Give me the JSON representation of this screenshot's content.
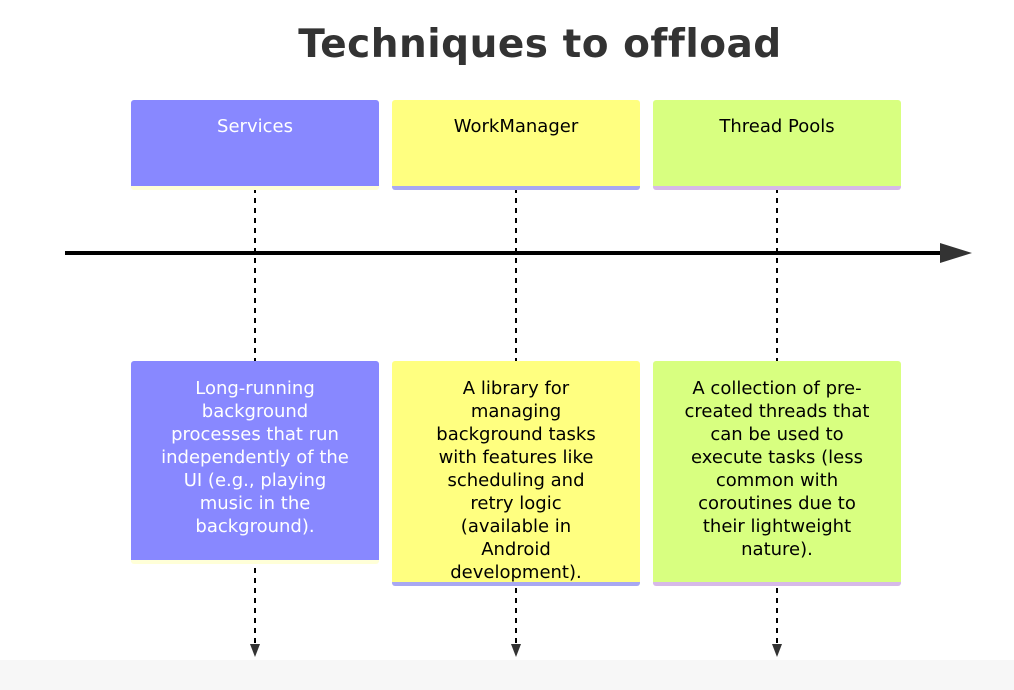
{
  "title": "Techniques to offload",
  "columns": [
    {
      "header": "Services",
      "description": "Long-running background processes that run independently of the UI (e.g., playing music in the background).",
      "color": "#8888ff"
    },
    {
      "header": "WorkManager",
      "description": "A library for managing background tasks with features like scheduling and retry logic (available in Android development).",
      "color": "#ffff80"
    },
    {
      "header": "Thread Pools",
      "description": "A collection of pre-created threads that can be used to execute tasks (less common with coroutines due to their lightweight nature).",
      "color": "#d8ff80"
    }
  ]
}
